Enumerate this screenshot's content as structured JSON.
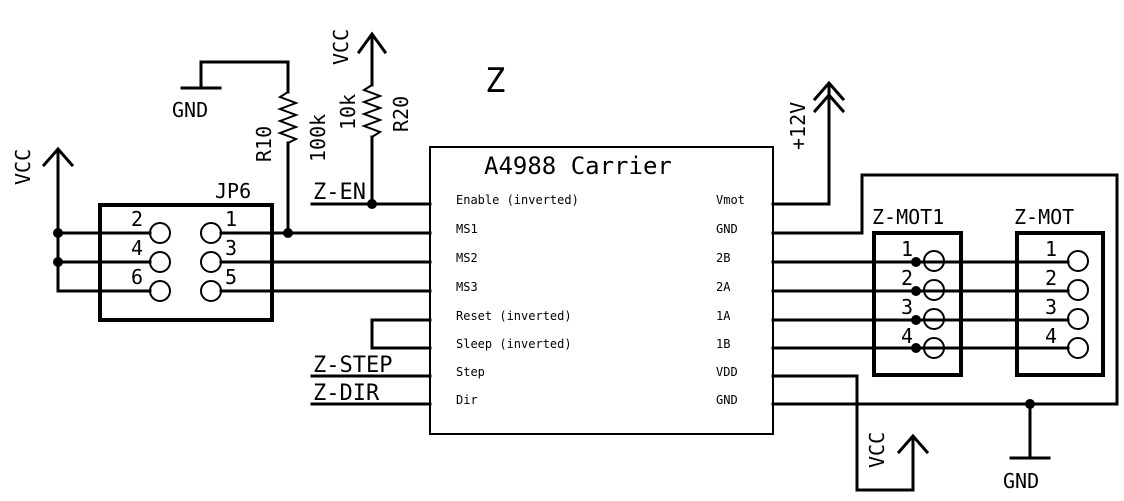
{
  "title": "Z",
  "chip": {
    "name": "A4988 Carrier",
    "left_pins": [
      "Enable (inverted)",
      "MS1",
      "MS2",
      "MS3",
      "Reset (inverted)",
      "Sleep (inverted)",
      "Step",
      "Dir"
    ],
    "right_pins": [
      "Vmot",
      "GND",
      "2B",
      "2A",
      "1A",
      "1B",
      "VDD",
      "GND"
    ]
  },
  "jp6": {
    "name": "JP6",
    "pins": [
      "1",
      "2",
      "3",
      "4",
      "5",
      "6"
    ]
  },
  "r10": {
    "name": "R10",
    "value": "100k"
  },
  "r20": {
    "name": "R20",
    "value": "10k"
  },
  "supplies": {
    "vcc": "VCC",
    "gnd": "GND",
    "v12": "+12V"
  },
  "nets": {
    "enable": "Z-EN",
    "step": "Z-STEP",
    "dir": "Z-DIR"
  },
  "connectors": [
    {
      "name": "Z-MOT1",
      "pins": [
        "1",
        "2",
        "3",
        "4"
      ]
    },
    {
      "name": "Z-MOT",
      "pins": [
        "1",
        "2",
        "3",
        "4"
      ]
    }
  ]
}
